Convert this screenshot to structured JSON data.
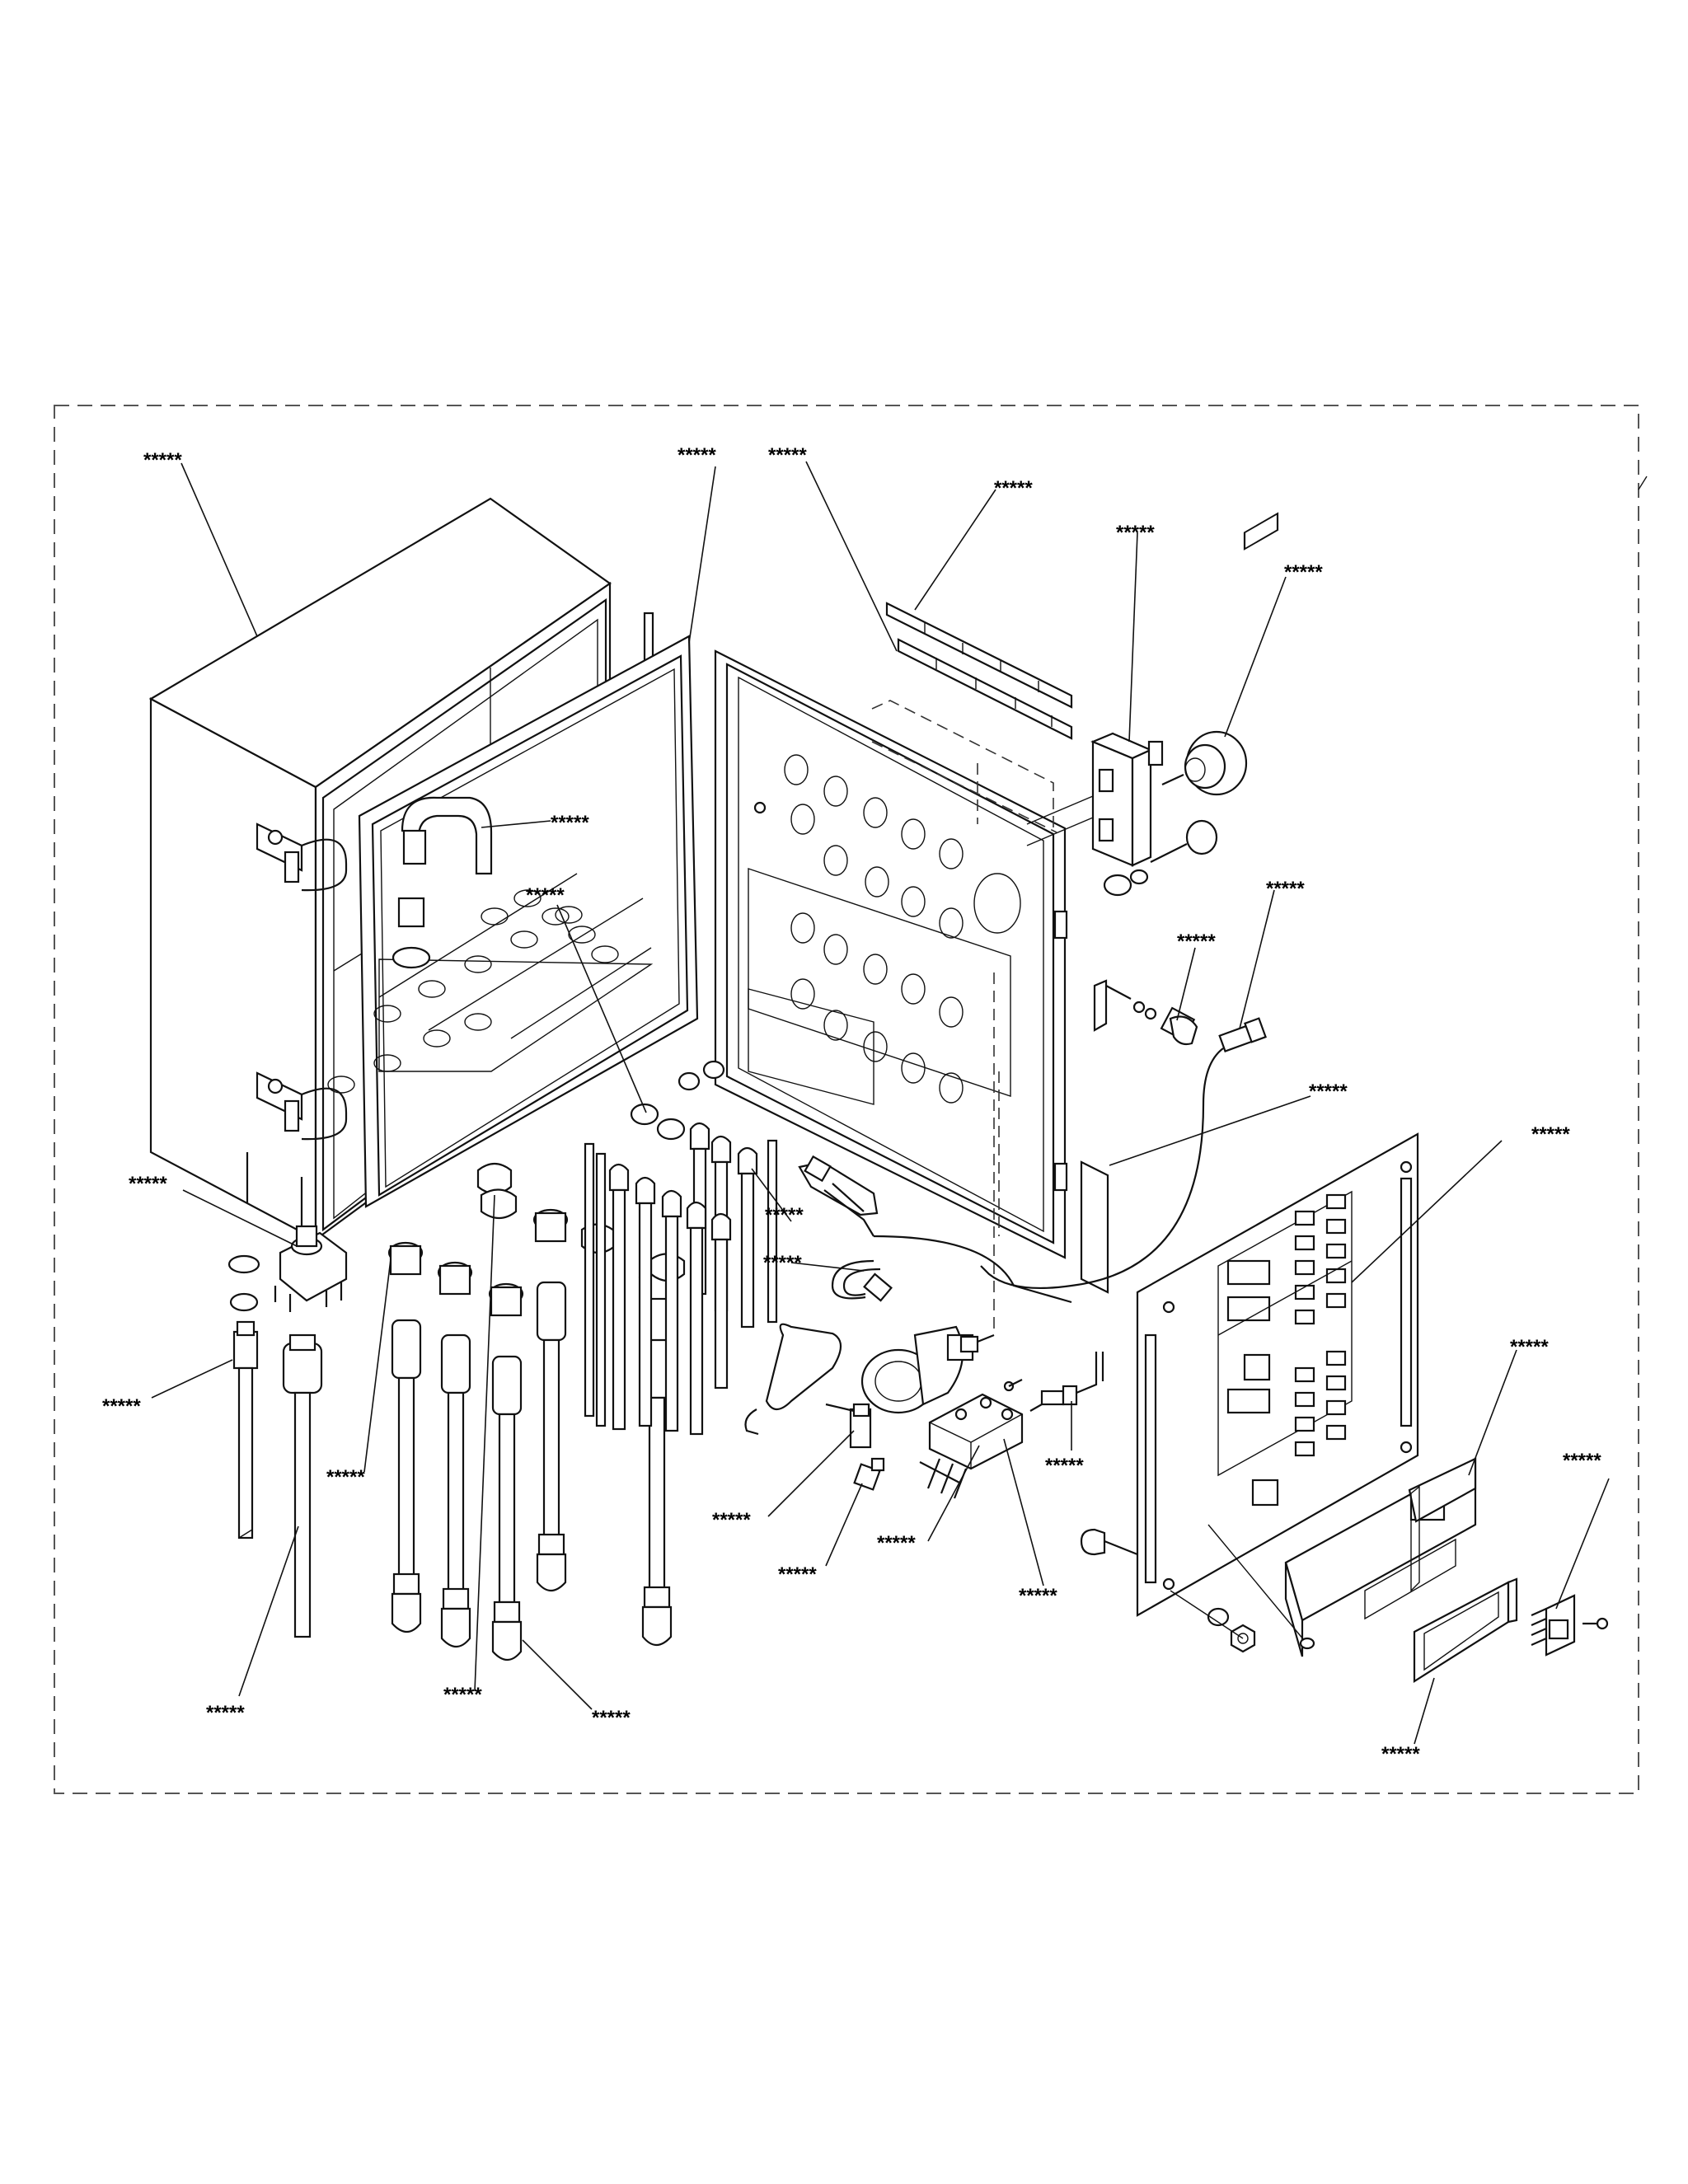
{
  "diagram": {
    "callouts": [
      {
        "id": "enclosure",
        "label": "*****"
      },
      {
        "id": "door-gasket",
        "label": "*****"
      },
      {
        "id": "panel-label-strip",
        "label": "*****"
      },
      {
        "id": "label-plates",
        "label": "*****"
      },
      {
        "id": "flow-meter-bracket",
        "label": "*****"
      },
      {
        "id": "adjust-knob",
        "label": "*****"
      },
      {
        "id": "elbow-fitting-top",
        "label": "*****"
      },
      {
        "id": "bulkhead-fittings",
        "label": "*****"
      },
      {
        "id": "elbow-connector",
        "label": "*****"
      },
      {
        "id": "tube-fitting",
        "label": "*****"
      },
      {
        "id": "mounting-plate",
        "label": "*****"
      },
      {
        "id": "circuit-board",
        "label": "*****"
      },
      {
        "id": "cable-gland",
        "label": "*****"
      },
      {
        "id": "probe-tube",
        "label": "*****"
      },
      {
        "id": "long-elbow",
        "label": "*****"
      },
      {
        "id": "tube-assembly",
        "label": "*****"
      },
      {
        "id": "check-valve",
        "label": "*****"
      },
      {
        "id": "sensor-housing",
        "label": "*****"
      },
      {
        "id": "display-bracket",
        "label": "*****"
      },
      {
        "id": "connector-block",
        "label": "*****"
      },
      {
        "id": "small-elbow",
        "label": "*****"
      },
      {
        "id": "manifold",
        "label": "*****"
      },
      {
        "id": "manifold-screws",
        "label": "*****"
      },
      {
        "id": "sample-line",
        "label": "*****"
      },
      {
        "id": "sensor-cable-a",
        "label": "*****"
      },
      {
        "id": "sensor-cable-b",
        "label": "*****"
      },
      {
        "id": "terminal-lugs",
        "label": "*****"
      },
      {
        "id": "display-module",
        "label": "*****"
      }
    ]
  }
}
